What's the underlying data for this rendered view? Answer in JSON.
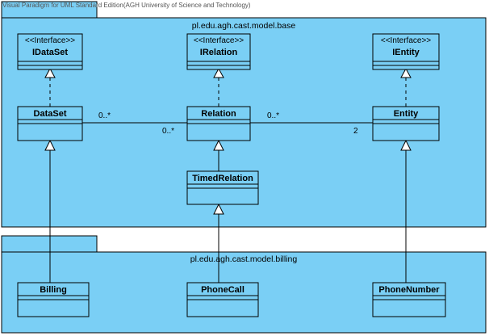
{
  "watermark": "Visual Paradigm for UML Standard Edition(AGH University of Science and Technology)",
  "packages": {
    "base": {
      "name": "pl.edu.agh.cast.model.base"
    },
    "billing": {
      "name": "pl.edu.agh.cast.model.billing"
    }
  },
  "stereotype": "<<Interface>>",
  "classes": {
    "idataset": "IDataSet",
    "irelation": "IRelation",
    "ientity": "IEntity",
    "dataset": "DataSet",
    "relation": "Relation",
    "entity": "Entity",
    "timedrelation": "TimedRelation",
    "billing": "Billing",
    "phonecall": "PhoneCall",
    "phonenumber": "PhoneNumber"
  },
  "multiplicities": {
    "dataset_end": "0..*",
    "relation_left_end": "0..*",
    "relation_right_end": "0..*",
    "entity_end": "2"
  }
}
